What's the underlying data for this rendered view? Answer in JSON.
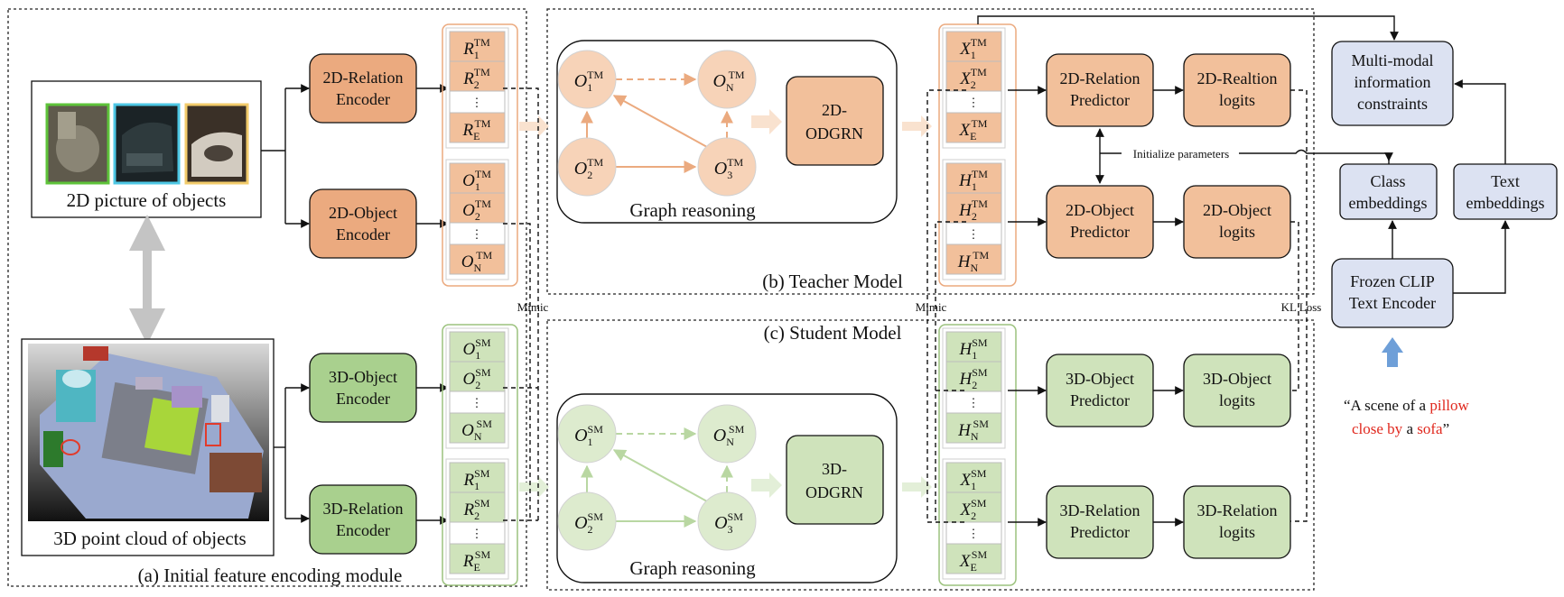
{
  "colors": {
    "orange_box": "#F2C09B",
    "orange_encoder": "#EBAA7F",
    "orange_stroke": "#E9A070",
    "orange_node": "#F7D3B8",
    "green_box": "#CFE3BB",
    "green_encoder": "#A9D08E",
    "green_stroke": "#9CC27E",
    "green_node": "#DDEBCE",
    "blue_box": "#DCE2F2",
    "blue_arrow": "#6E9FD8",
    "red_text": "#E0281E",
    "arrow_orange": "#F9E2CF",
    "arrow_green": "#E3EFD8"
  },
  "inputs": {
    "picture_caption": "2D picture of  objects",
    "pointcloud_caption": "3D point cloud of  objects"
  },
  "encoders": {
    "rel2d": [
      "2D-Relation",
      "Encoder"
    ],
    "obj2d": [
      "2D-Object",
      "Encoder"
    ],
    "obj3d": [
      "3D-Object",
      "Encoder"
    ],
    "rel3d": [
      "3D-Relation",
      "Encoder"
    ]
  },
  "feature_lists": {
    "r_tm": [
      "R",
      "1",
      "TM",
      "R",
      "2",
      "TM",
      "R",
      "E",
      "TM"
    ],
    "o_tm": [
      "O",
      "1",
      "TM",
      "O",
      "2",
      "TM",
      "O",
      "N",
      "TM"
    ],
    "o_sm": [
      "O",
      "1",
      "SM",
      "O",
      "2",
      "SM",
      "O",
      "N",
      "SM"
    ],
    "r_sm": [
      "R",
      "1",
      "SM",
      "R",
      "2",
      "SM",
      "R",
      "E",
      "SM"
    ],
    "x_tm": [
      "X",
      "1",
      "TM",
      "X",
      "2",
      "TM",
      "X",
      "E",
      "TM"
    ],
    "h_tm": [
      "H",
      "1",
      "TM",
      "H",
      "2",
      "TM",
      "H",
      "N",
      "TM"
    ],
    "h_sm": [
      "H",
      "1",
      "SM",
      "H",
      "2",
      "SM",
      "H",
      "N",
      "SM"
    ],
    "x_sm": [
      "X",
      "1",
      "SM",
      "X",
      "2",
      "SM",
      "X",
      "E",
      "SM"
    ],
    "ellipsis": "⋮"
  },
  "graph_teacher": {
    "nodes": [
      "O",
      "1",
      "TM",
      "O",
      "N",
      "TM",
      "O",
      "2",
      "TM",
      "O",
      "3",
      "TM"
    ],
    "label": "Graph reasoning",
    "odgrn": [
      "2D-",
      "ODGRN"
    ]
  },
  "graph_student": {
    "nodes": [
      "O",
      "1",
      "SM",
      "O",
      "N",
      "SM",
      "O",
      "2",
      "SM",
      "O",
      "3",
      "SM"
    ],
    "label": "Graph reasoning",
    "odgrn": [
      "3D-",
      "ODGRN"
    ]
  },
  "predictors": {
    "rel2d_pred": [
      "2D-Relation",
      "Predictor"
    ],
    "rel2d_logits": [
      "2D-Realtion",
      "logits"
    ],
    "obj2d_pred": [
      "2D-Object",
      "Predictor"
    ],
    "obj2d_logits": [
      "2D-Object",
      "logits"
    ],
    "obj3d_pred": [
      "3D-Object",
      "Predictor"
    ],
    "obj3d_logits": [
      "3D-Object",
      "logits"
    ],
    "rel3d_pred": [
      "3D-Relation",
      "Predictor"
    ],
    "rel3d_logits": [
      "3D-Relation",
      "logits"
    ]
  },
  "labels": {
    "init_params": "Initialize parameters",
    "mimic_left": "Mimic",
    "mimic_right": "Mimic",
    "kl_loss": "KL Loss",
    "module_a": "(a) Initial feature encoding module",
    "teacher": "(b) Teacher Model",
    "student": "(c) Student Model"
  },
  "clip": {
    "constraints": [
      "Multi-modal",
      "information",
      "constraints"
    ],
    "class_emb": [
      "Class",
      "embeddings"
    ],
    "text_emb": [
      "Text",
      "embeddings"
    ],
    "encoder": [
      "Frozen CLIP",
      "Text Encoder"
    ]
  },
  "quote": {
    "open": "“A scene of a ",
    "pillow": "pillow",
    "close_by": "close by",
    "a": " a ",
    "sofa": "sofa",
    "close": "”"
  }
}
